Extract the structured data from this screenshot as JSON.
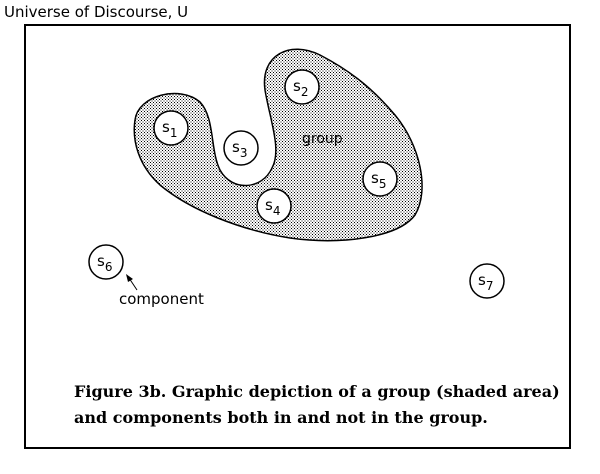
{
  "universe_label": "Universe of Discourse, U",
  "group_label": "group",
  "component_label": "component",
  "components": [
    {
      "letter": "s",
      "index": "1"
    },
    {
      "letter": "s",
      "index": "2"
    },
    {
      "letter": "s",
      "index": "3"
    },
    {
      "letter": "s",
      "index": "4"
    },
    {
      "letter": "s",
      "index": "5"
    },
    {
      "letter": "s",
      "index": "6"
    },
    {
      "letter": "s",
      "index": "7"
    }
  ],
  "caption": {
    "line1": "Figure 3b.  Graphic depiction of a group (shaded area)",
    "line2": "and components both in and not in the group."
  },
  "colors": {
    "stroke": "#000000",
    "fill": "#ffffff",
    "shade": "#9a9a9a"
  }
}
